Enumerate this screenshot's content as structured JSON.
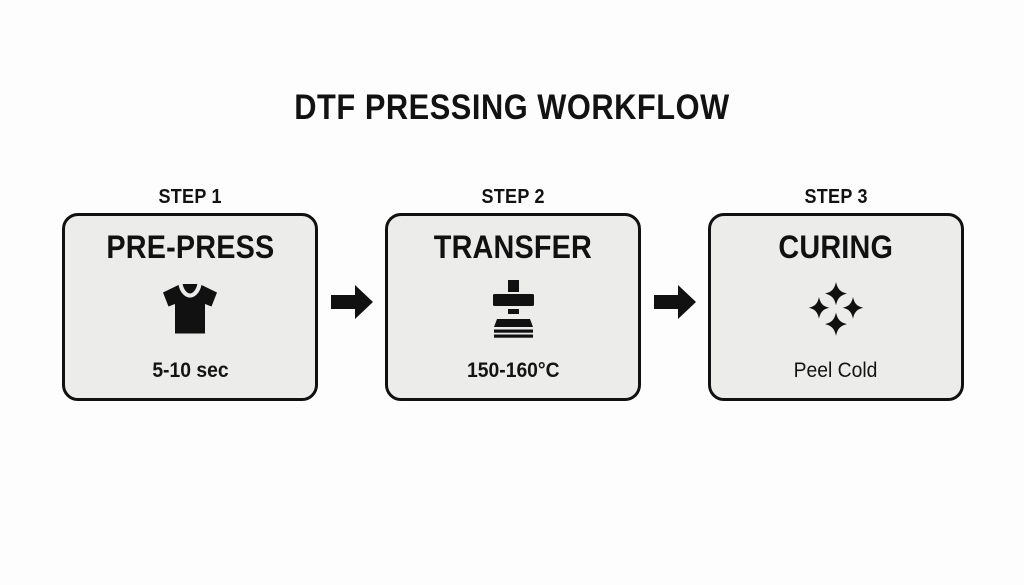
{
  "page": {
    "title": "DTF PRESSING WORKFLOW",
    "background_color": "#fdfdfd",
    "card_fill_color": "#ececeb",
    "ink_color": "#111111"
  },
  "steps": [
    {
      "step_label": "STEP 1",
      "title": "PRE-PRESS",
      "icon": "tshirt-icon",
      "caption": "5-10 sec",
      "caption_weight": "bold"
    },
    {
      "step_label": "STEP 2",
      "title": "TRANSFER",
      "icon": "heat-press-icon",
      "caption": "150-160°C",
      "caption_weight": "bold"
    },
    {
      "step_label": "STEP 3",
      "title": "CURING",
      "icon": "sparkles-icon",
      "caption": "Peel Cold",
      "caption_weight": "light"
    }
  ],
  "connectors": [
    {
      "icon": "arrow-right-icon"
    },
    {
      "icon": "arrow-right-icon"
    }
  ]
}
